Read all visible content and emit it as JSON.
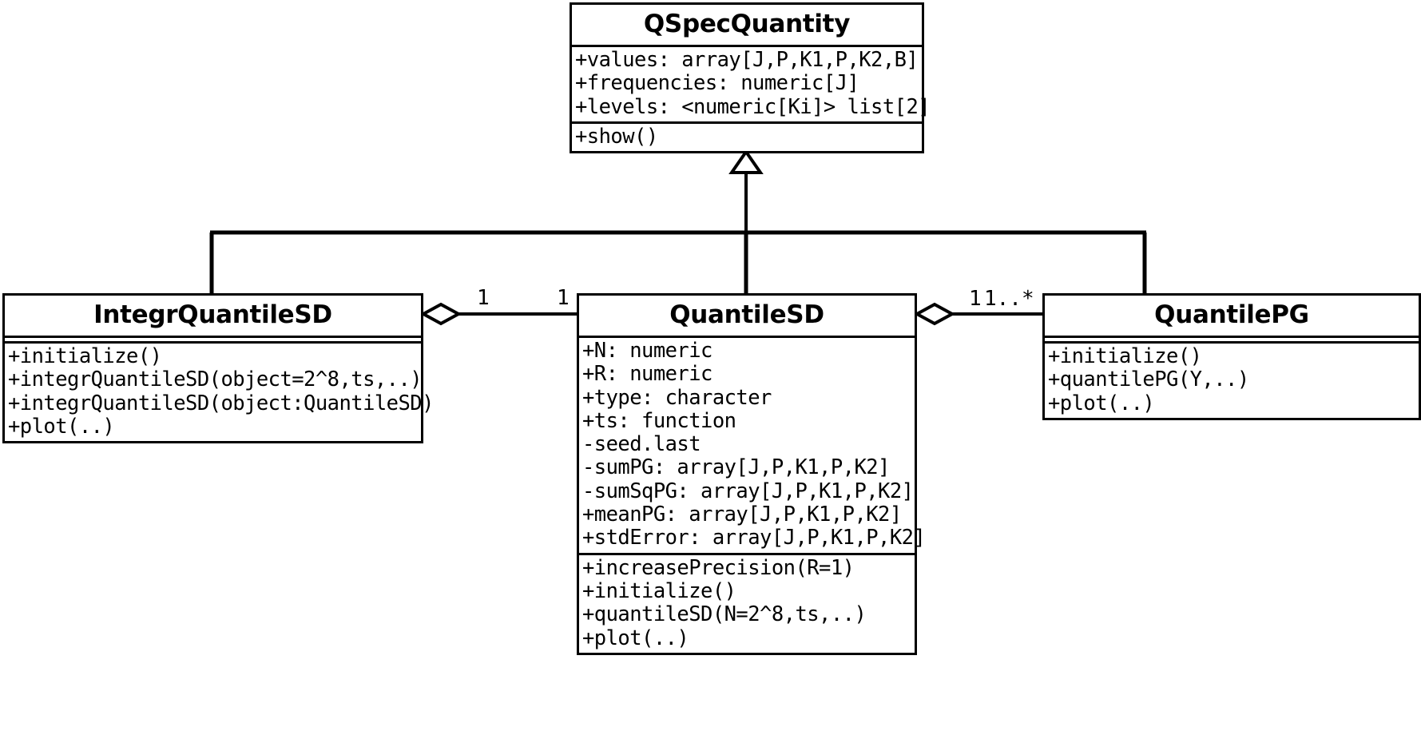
{
  "diagram": {
    "type": "uml-class-diagram",
    "background_color": "#ffffff",
    "line_color": "#000000"
  },
  "classes": {
    "qspecquantity": {
      "name": "QSpecQuantity",
      "attributes": [
        "+values: array[J,P,K1,P,K2,B]",
        "+frequencies: numeric[J]",
        "+levels: <numeric[Ki]> list[2]"
      ],
      "methods": [
        "+show()"
      ]
    },
    "integrquantilesd": {
      "name": "IntegrQuantileSD",
      "attributes": [],
      "methods": [
        "+initialize()",
        "+integrQuantileSD(object=2^8,ts,..)",
        "+integrQuantileSD(object:QuantileSD)",
        "+plot(..)"
      ]
    },
    "quantilesd": {
      "name": "QuantileSD",
      "attributes": [
        "+N: numeric",
        "+R: numeric",
        "+type: character",
        "+ts: function",
        "-seed.last",
        "-sumPG: array[J,P,K1,P,K2]",
        "-sumSqPG: array[J,P,K1,P,K2]",
        "+meanPG: array[J,P,K1,P,K2]",
        "+stdError: array[J,P,K1,P,K2]"
      ],
      "methods": [
        "+increasePrecision(R=1)",
        "+initialize()",
        "+quantileSD(N=2^8,ts,..)",
        "+plot(..)"
      ]
    },
    "quantilepg": {
      "name": "QuantilePG",
      "attributes": [],
      "methods": [
        "+initialize()",
        "+quantilePG(Y,..)",
        "+plot(..)"
      ]
    }
  },
  "relationships": {
    "generalization": {
      "kind": "inheritance",
      "parent": "QSpecQuantity",
      "children": [
        "IntegrQuantileSD",
        "QuantileSD",
        "QuantilePG"
      ]
    },
    "aggregation_left": {
      "kind": "aggregation",
      "whole": "QuantileSD",
      "part": "IntegrQuantileSD",
      "multiplicity_part": "1",
      "multiplicity_whole": "1"
    },
    "aggregation_right": {
      "kind": "aggregation",
      "whole": "QuantileSD",
      "part": "QuantilePG",
      "multiplicity_whole": "1",
      "multiplicity_part": "1..*"
    }
  }
}
